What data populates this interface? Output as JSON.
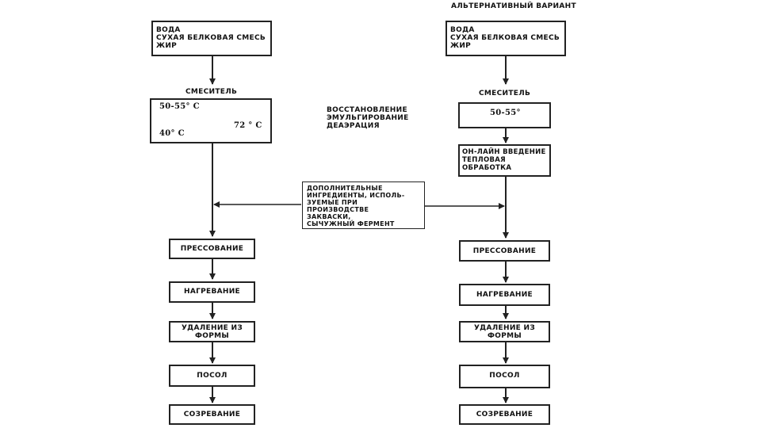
{
  "left": {
    "top_box_lines": [
      "ВОДА",
      "СУХАЯ БЕЛКОВАЯ СМЕСЬ",
      "ЖИР"
    ],
    "mixer_label": "СМЕСИТЕЛЬ",
    "temps": {
      "t1": "50-55° C",
      "t2": "72 ° C",
      "t3": "40° C"
    },
    "steps": [
      "ПРЕССОВАНИЕ",
      "НАГРЕВАНИЕ",
      "УДАЛЕНИЕ ИЗ\nФОРМЫ",
      "ПОСОЛ",
      "СОЗРЕВАНИЕ"
    ]
  },
  "right": {
    "title": "АЛЬТЕРНАТИВНЫЙ ВАРИАНТ",
    "top_box_lines": [
      "ВОДА",
      "СУХАЯ БЕЛКОВАЯ СМЕСЬ",
      "ЖИР"
    ],
    "mixer_label": "СМЕСИТЕЛЬ",
    "mixer_temp": "50-55°",
    "online_box": "ОН-ЛАЙН ВВЕДЕНИЕ\nТЕПЛОВАЯ\nОБРАБОТКА",
    "steps": [
      "ПРЕССОВАНИЕ",
      "НАГРЕВАНИЕ",
      "УДАЛЕНИЕ ИЗ\nФОРМЫ",
      "ПОСОЛ",
      "СОЗРЕВАНИЕ"
    ]
  },
  "middle": {
    "process_note": "ВОССТАНОВЛЕНИЕ\nЭМУЛЬГИРОВАНИЕ\nДЕАЭРАЦИЯ",
    "ingredients_box": "ДОПОЛНИТЕЛЬНЫЕ\nИНГРЕДИЕНТЫ, ИСПОЛЬ-\nЗУЕМЫЕ ПРИ\nПРОИЗВОДСТВЕ\nЗАКВАСКИ,\nСЫЧУЖНЫЙ ФЕРМЕНТ"
  }
}
